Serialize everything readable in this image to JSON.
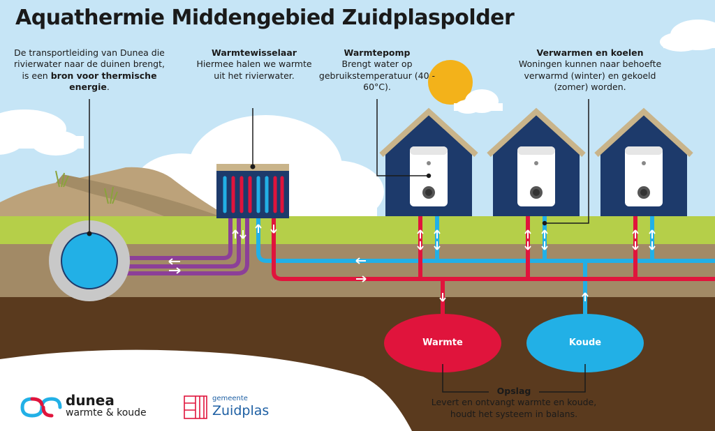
{
  "title": "Aquathermie Middengebied Zuidplaspolder",
  "intro": {
    "text_before": "De transportleiding van Dunea die rivierwater naar de duinen brengt, is een ",
    "bold_text": "bron voor thermische energie",
    "text_after": "."
  },
  "heat_exchanger": {
    "label": "Warmtewisselaar",
    "text": "Hiermee halen we warmte uit het rivierwater."
  },
  "heat_pump": {
    "label": "Warmtepomp",
    "text": "Brengt water op gebruikstemperatuur (40 - 60°C)."
  },
  "heating_cooling": {
    "label": "Verwarmen en koelen",
    "text": "Woningen kunnen naar behoefte verwarmd (winter) en gekoeld (zomer) worden."
  },
  "storage": {
    "warm_label": "Warmte",
    "cold_label": "Koude",
    "label": "Opslag",
    "text": "Levert en ontvangt warmte en koude, houdt het systeem in balans."
  },
  "logos": {
    "dunea_name": "dunea",
    "dunea_sub": "warmte & koude",
    "municipality_small": "gemeente",
    "municipality_name": "Zuidplas"
  },
  "colors": {
    "sky": "#c6e5f6",
    "grass": "#b5cf49",
    "soil_light": "#a28a66",
    "soil_dark": "#5a3a1e",
    "house": "#1d3a6b",
    "roof": "#c9b48a",
    "warm_pipe": "#e0143c",
    "cold_pipe": "#22b0e6",
    "river_pipe": "#8c3f98",
    "sun": "#f3b21a"
  }
}
